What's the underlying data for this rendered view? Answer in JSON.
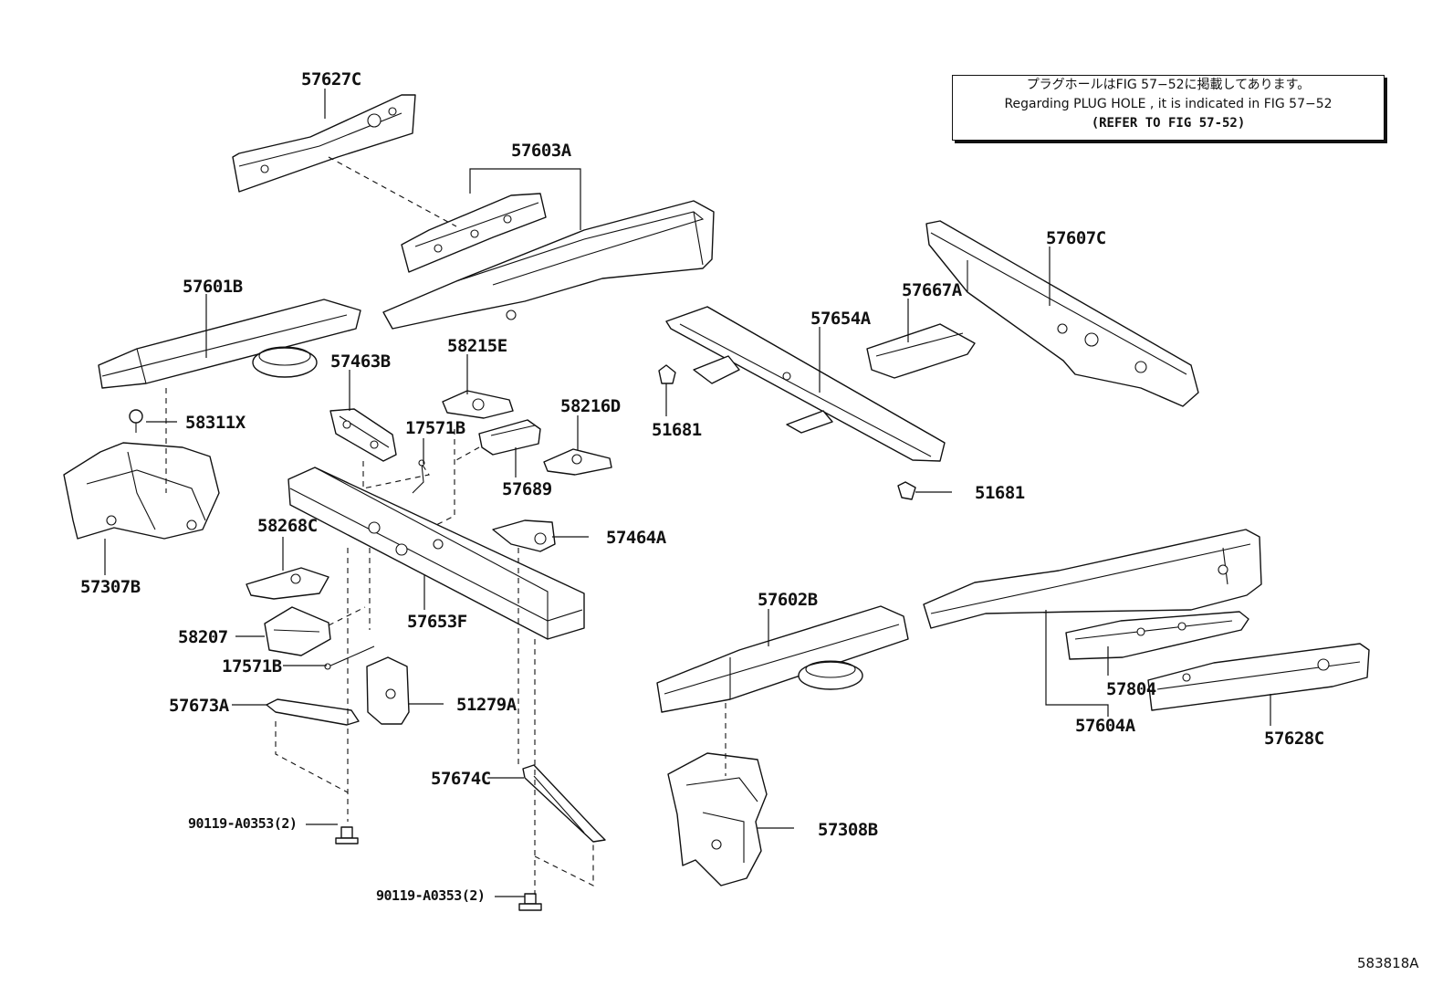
{
  "note": {
    "line_jp": "プラグホールはFIG 57−52に掲載してあります。",
    "line_en": "Regarding PLUG HOLE , it is indicated in FIG 57−52",
    "line_ref": "(REFER TO FIG 57-52)"
  },
  "figure_id": "583818A",
  "labels": {
    "p57627C": "57627C",
    "p57603A": "57603A",
    "p57601B": "57601B",
    "p58311X": "58311X",
    "p57307B": "57307B",
    "p57463B": "57463B",
    "p58215E": "58215E",
    "p17571B_top": "17571B",
    "p58216D": "58216D",
    "p57689": "57689",
    "p57464A": "57464A",
    "p58268C": "58268C",
    "p58207": "58207",
    "p17571B_bottom": "17571B",
    "p57653F": "57653F",
    "p57673A": "57673A",
    "p51279A": "51279A",
    "p57674C": "57674C",
    "p90119_left": "90119-A0353(2)",
    "p90119_bottom": "90119-A0353(2)",
    "p57607C": "57607C",
    "p57667A": "57667A",
    "p57654A": "57654A",
    "p51681_left": "51681",
    "p51681_right": "51681",
    "p57602B": "57602B",
    "p57308B": "57308B",
    "p57804": "57804",
    "p57604A": "57604A",
    "p57628C": "57628C"
  }
}
